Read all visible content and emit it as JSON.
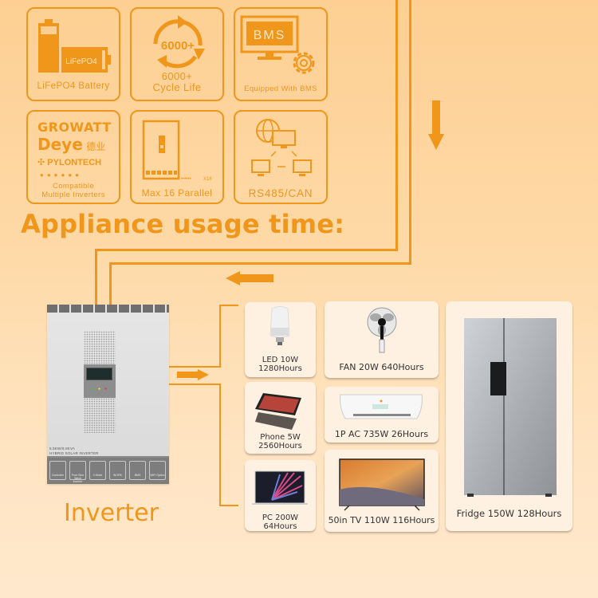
{
  "features": [
    {
      "id": "lifepo4",
      "caption": "LiFePO4 Battery",
      "icon_text": "LiFePO4"
    },
    {
      "id": "cycle-life",
      "caption_lines": [
        "6000+",
        "Cycle Life"
      ],
      "icon_text": "6000+"
    },
    {
      "id": "bms",
      "caption": "Equipped With BMS",
      "icon_text": "BMS"
    },
    {
      "id": "compatible",
      "brands": [
        "GROWATT",
        "Deye",
        "德业",
        "PYLONTECH"
      ],
      "caption_lines": [
        "Compatible",
        "Multiple Inverters"
      ]
    },
    {
      "id": "parallel",
      "caption": "Max 16 Parallel",
      "icon_text": "X16"
    },
    {
      "id": "rs485",
      "caption": "RS485/CAN"
    }
  ],
  "section_title": "Appliance usage time:",
  "inverter": {
    "caption": "Inverter",
    "model_line1": "5.5KW/6.8KVA",
    "model_line2": "HYBRID SOLAR INVERTER",
    "badges": [
      "Controller",
      "Pure Sine Wave Inverter",
      "3 Mode",
      "WORK",
      "BMS",
      "WiFi Option"
    ]
  },
  "appliances": [
    {
      "id": "led",
      "line1": "LED 10W",
      "line2": "1280Hours"
    },
    {
      "id": "fan",
      "line1": "FAN 20W 640Hours"
    },
    {
      "id": "phone",
      "line1": "Phone 5W",
      "line2": "2560Hours"
    },
    {
      "id": "ac",
      "line1": "1P AC 735W 26Hours"
    },
    {
      "id": "pc",
      "line1": "PC 200W 64Hours"
    },
    {
      "id": "tv",
      "line1": "50in TV 110W 116Hours"
    },
    {
      "id": "fridge",
      "line1": "Fridge 150W 128Hours"
    }
  ],
  "colors": {
    "accent": "#f0961b",
    "card": "#fef1e2",
    "text": "#333333"
  }
}
